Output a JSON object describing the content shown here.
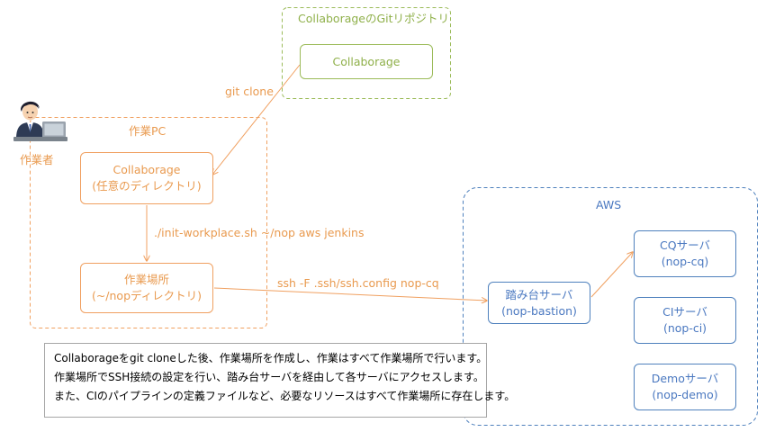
{
  "groups": {
    "repo": "CollaborageのGitリポジトリ",
    "workpc": "作業PC",
    "aws": "AWS"
  },
  "nodes": {
    "repo_collaborage": "Collaborage",
    "local_collaborage_line1": "Collaborage",
    "local_collaborage_line2": "(任意のディレクトリ)",
    "workplace_line1": "作業場所",
    "workplace_line2": "(~/nopディレクトリ)",
    "bastion_line1": "踏み台サーバ",
    "bastion_line2": "(nop-bastion)",
    "cq_line1": "CQサーバ",
    "cq_line2": "(nop-cq)",
    "ci_line1": "CIサーバ",
    "ci_line2": "(nop-ci)",
    "demo_line1": "Demoサーバ",
    "demo_line2": "(nop-demo)"
  },
  "edges": {
    "git_clone": "git clone",
    "init_workplace": "./init-workplace.sh ~/nop aws jenkins",
    "ssh_config": "ssh -F .ssh/ssh.config nop-cq"
  },
  "actor": {
    "label": "作業者",
    "icon": "worker-with-laptop-icon"
  },
  "note": {
    "line1": "Collaborageをgit cloneした後、作業場所を作成し、作業はすべて作業場所で行います。",
    "line2": "作業場所でSSH接続の設定を行い、踏み台サーバを経由して各サーバにアクセスします。",
    "line3": "また、CIのパイプラインの定義ファイルなど、必要なリソースはすべて作業場所に存在します。"
  },
  "colors": {
    "green": "#9bbb59",
    "orange": "#f0a060",
    "blue": "#4f81bd",
    "note_border": "#a6a6a6"
  }
}
